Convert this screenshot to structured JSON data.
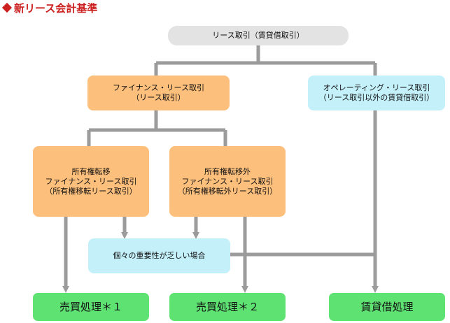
{
  "heading": {
    "text": "新リース会計基準"
  },
  "nodes": {
    "root": {
      "lines": [
        "リース取引（賃貸借取引）"
      ]
    },
    "finance": {
      "lines": [
        "ファイナンス・リース取引",
        "（リース取引）"
      ]
    },
    "operating": {
      "lines": [
        "オペレーティング・リース取引",
        "（リース取引以外の賃貸借取引）"
      ]
    },
    "transfer": {
      "lines": [
        "所有権転移",
        "ファイナンス・リース取引",
        "（所有権移転リース取引）"
      ]
    },
    "notransfer": {
      "lines": [
        "所有権転移外",
        "ファイナンス・リース取引",
        "（所有権移転外リース取引）"
      ]
    },
    "minor": {
      "lines": [
        "個々の重要性が乏しい場合"
      ]
    },
    "sale1": {
      "lines": [
        "売買処理＊１"
      ]
    },
    "sale2": {
      "lines": [
        "売買処理＊２"
      ]
    },
    "rental": {
      "lines": [
        "賃貸借処理"
      ]
    }
  },
  "colors": {
    "connector": "#9b9b9b",
    "gray_box": "#e3e3e3",
    "orange_box": "#fdbf7c",
    "cyan_box": "#c4f0fa",
    "green_box": "#5ee272",
    "heading": "#cc1f1f"
  }
}
